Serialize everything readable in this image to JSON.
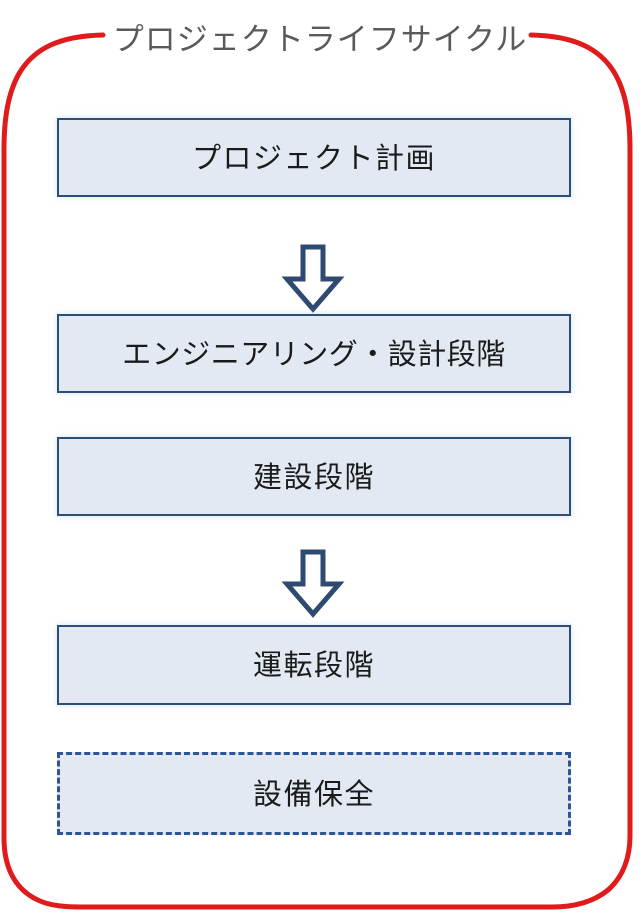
{
  "diagram": {
    "title": "プロジェクトライフサイクル",
    "title_color": "#5a5a5a",
    "frame_color": "#e01b1b",
    "box_fill": "#e2e9f3",
    "box_border": "#2e4f75",
    "dashed_border": "#2f5597",
    "arrow_fill": "#ffffff",
    "arrow_border": "#2e4a70",
    "type": "flow",
    "boxes": [
      {
        "label": "プロジェクト計画",
        "style": "solid",
        "name": "project-planning"
      },
      {
        "label": "エンジニアリング・設計段階",
        "style": "solid",
        "name": "engineering-design-phase"
      },
      {
        "label": "建設段階",
        "style": "solid",
        "name": "construction-phase"
      },
      {
        "label": "運転段階",
        "style": "solid",
        "name": "operation-phase"
      },
      {
        "label": "設備保全",
        "style": "dashed",
        "name": "facility-maintenance"
      }
    ],
    "arrows": [
      {
        "from": "プロジェクト計画",
        "to": "エンジニアリング・設計段階",
        "direction": "down"
      },
      {
        "from": "建設段階",
        "to": "運転段階",
        "direction": "down"
      }
    ]
  }
}
